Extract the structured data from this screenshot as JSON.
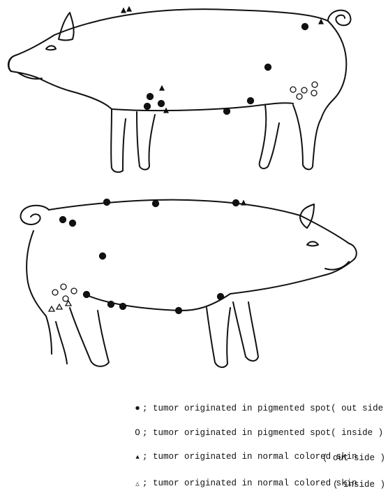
{
  "colors": {
    "ink": "#111111",
    "background": "#ffffff"
  },
  "legend": {
    "items": [
      {
        "symbol": "●",
        "marker": "filled-circle",
        "prefix": "; ",
        "text": "tumor originated in pigmented spot( out side )",
        "continuation": ""
      },
      {
        "symbol": "O",
        "marker": "open-circle",
        "prefix": "; ",
        "text": "tumor originated in pigmented spot( inside )",
        "continuation": ""
      },
      {
        "symbol": "▲",
        "marker": "filled-triangle",
        "prefix": "; ",
        "text": "tumor originated in normal colored skin",
        "continuation": "( out side )"
      },
      {
        "symbol": "△",
        "marker": "open-triangle",
        "prefix": "; ",
        "text": "tumor originated in normal colored skin",
        "continuation": "( inside )"
      }
    ]
  },
  "figures": [
    {
      "view": "left-side",
      "facing": "left"
    },
    {
      "view": "right-side",
      "facing": "right"
    }
  ]
}
